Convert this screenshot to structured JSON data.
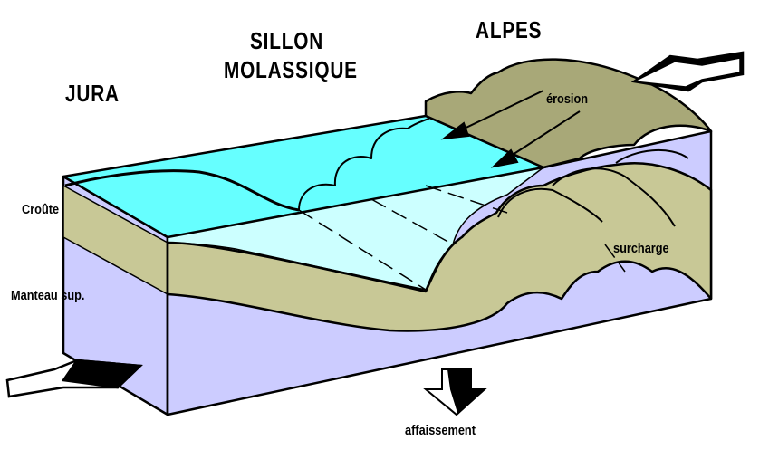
{
  "labels": {
    "jura": "JURA",
    "sillon_line1": "SILLON",
    "sillon_line2": "MOLASSIQUE",
    "alpes": "ALPES",
    "erosion": "érosion",
    "surcharge": "surcharge",
    "croute": "Croûte",
    "manteau": "Manteau sup.",
    "affaissement": "affaissement"
  },
  "colors": {
    "sea_top": "#66ffff",
    "sea_section": "#ccffff",
    "crust": "#c8c896",
    "mountains": "#a8a878",
    "mantle": "#ccccff"
  }
}
